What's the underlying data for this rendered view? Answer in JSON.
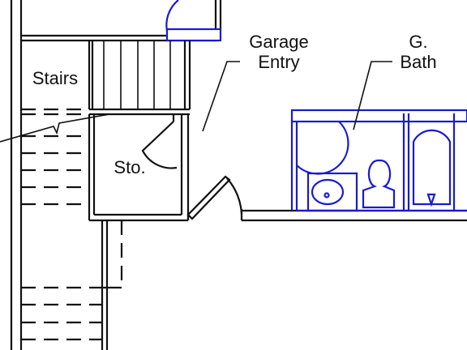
{
  "labels": {
    "stairs": "Stairs",
    "storage": "Sto.",
    "garage_line1": "Garage",
    "garage_line2": "Entry",
    "bath_line1": "G.",
    "bath_line2": "Bath"
  },
  "colors": {
    "walls": "#111111",
    "fixtures": "#1a1ad0",
    "background": "#ffffff"
  }
}
